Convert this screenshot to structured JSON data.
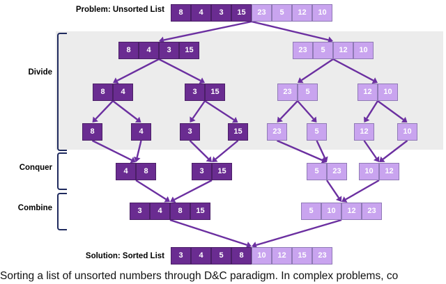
{
  "figure": {
    "caption": "Sorting a list of unsorted numbers through D&C paradigm. In complex problems, co",
    "colors": {
      "dark_purple": "#6a2c91",
      "light_purple": "#c9a4ef",
      "arrow": "#6b2fa0",
      "bracket": "#1f2a5e",
      "band": "#ececec"
    }
  },
  "stage_labels": {
    "problem": "Problem: Unsorted List",
    "divide": "Divide",
    "conquer": "Conquer",
    "combine": "Combine",
    "solution": "Solution: Sorted List"
  },
  "chart_data": {
    "type": "diagram",
    "title": "Merge sort divide and conquer",
    "levels": [
      {
        "stage": "problem",
        "groups": [
          {
            "values": [
              "8",
              "4",
              "3",
              "15",
              "23",
              "5",
              "12",
              "10"
            ],
            "shades": [
              "dark",
              "dark",
              "dark",
              "dark",
              "light",
              "light",
              "light",
              "light"
            ]
          }
        ]
      },
      {
        "stage": "divide",
        "groups": [
          {
            "values": [
              "8",
              "4",
              "3",
              "15"
            ],
            "shades": [
              "dark",
              "dark",
              "dark",
              "dark"
            ]
          },
          {
            "values": [
              "23",
              "5",
              "12",
              "10"
            ],
            "shades": [
              "light",
              "light",
              "light",
              "light"
            ]
          }
        ]
      },
      {
        "stage": "divide",
        "groups": [
          {
            "values": [
              "8",
              "4"
            ],
            "shades": [
              "dark",
              "dark"
            ]
          },
          {
            "values": [
              "3",
              "15"
            ],
            "shades": [
              "dark",
              "dark"
            ]
          },
          {
            "values": [
              "23",
              "5"
            ],
            "shades": [
              "light",
              "light"
            ]
          },
          {
            "values": [
              "12",
              "10"
            ],
            "shades": [
              "light",
              "light"
            ]
          }
        ]
      },
      {
        "stage": "divide",
        "groups": [
          {
            "values": [
              "8"
            ],
            "shades": [
              "dark"
            ]
          },
          {
            "values": [
              "4"
            ],
            "shades": [
              "dark"
            ]
          },
          {
            "values": [
              "3"
            ],
            "shades": [
              "dark"
            ]
          },
          {
            "values": [
              "15"
            ],
            "shades": [
              "dark"
            ]
          },
          {
            "values": [
              "23"
            ],
            "shades": [
              "light"
            ]
          },
          {
            "values": [
              "5"
            ],
            "shades": [
              "light"
            ]
          },
          {
            "values": [
              "12"
            ],
            "shades": [
              "light"
            ]
          },
          {
            "values": [
              "10"
            ],
            "shades": [
              "light"
            ]
          }
        ]
      },
      {
        "stage": "conquer",
        "groups": [
          {
            "values": [
              "4",
              "8"
            ],
            "shades": [
              "dark",
              "dark"
            ]
          },
          {
            "values": [
              "3",
              "15"
            ],
            "shades": [
              "dark",
              "dark"
            ]
          },
          {
            "values": [
              "5",
              "23"
            ],
            "shades": [
              "light",
              "light"
            ]
          },
          {
            "values": [
              "10",
              "12"
            ],
            "shades": [
              "light",
              "light"
            ]
          }
        ]
      },
      {
        "stage": "combine",
        "groups": [
          {
            "values": [
              "3",
              "4",
              "8",
              "15"
            ],
            "shades": [
              "dark",
              "dark",
              "dark",
              "dark"
            ]
          },
          {
            "values": [
              "5",
              "10",
              "12",
              "23"
            ],
            "shades": [
              "light",
              "light",
              "light",
              "light"
            ]
          }
        ]
      },
      {
        "stage": "solution",
        "groups": [
          {
            "values": [
              "3",
              "4",
              "5",
              "8",
              "10",
              "12",
              "15",
              "23"
            ],
            "shades": [
              "dark",
              "dark",
              "dark",
              "dark",
              "light",
              "light",
              "light",
              "light"
            ]
          }
        ]
      }
    ]
  }
}
